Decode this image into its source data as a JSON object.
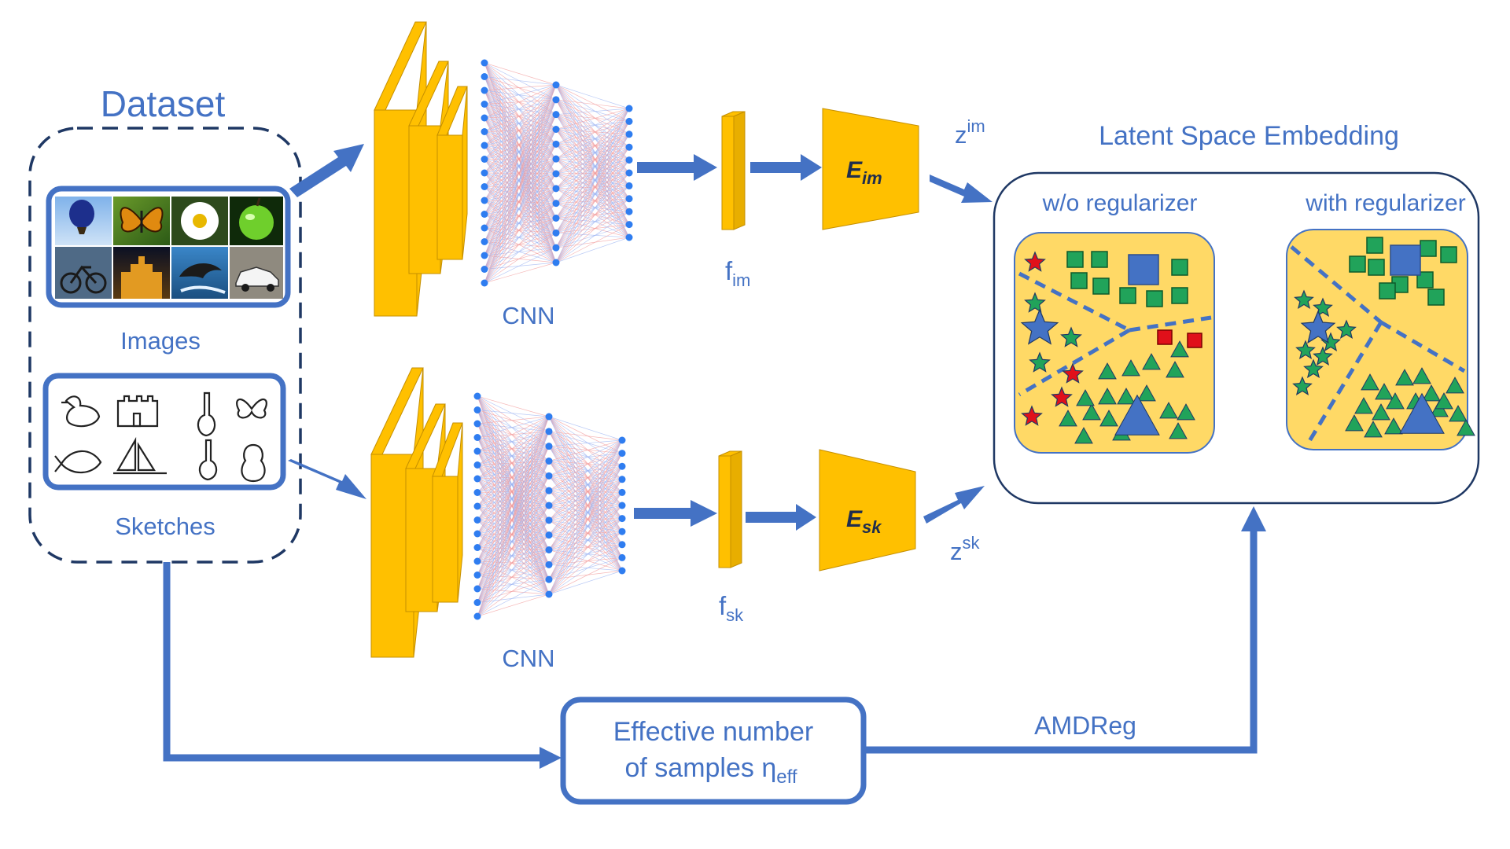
{
  "dataset": {
    "title": "Dataset",
    "images_label": "Images",
    "sketches_label": "Sketches"
  },
  "network": {
    "cnn_top": "CNN",
    "cnn_bottom": "CNN",
    "f_im": {
      "main": "f",
      "sub": "im"
    },
    "f_sk": {
      "main": "f",
      "sub": "sk"
    },
    "e_im": {
      "main": "E",
      "sub": "im"
    },
    "e_sk": {
      "main": "E",
      "sub": "sk"
    },
    "z_im": {
      "main": "z",
      "sup": "im"
    },
    "z_sk": {
      "main": "z",
      "sup": "sk"
    }
  },
  "latent": {
    "title": "Latent Space Embedding",
    "without_label": "w/o regularizer",
    "with_label": "with regularizer"
  },
  "effective": {
    "line1": "Effective number",
    "line2_main": "of samples η",
    "line2_sub": "eff"
  },
  "amdreg_label": "AMDReg",
  "colors": {
    "blue": "#4472C4",
    "gold": "#FFC000",
    "panel": "#FFD966",
    "green": "#21A35A",
    "red": "#E0101A"
  },
  "icons": {
    "photos": [
      "balloon",
      "butterfly",
      "daisy",
      "apple",
      "bicycle",
      "castle",
      "dolphin",
      "car"
    ],
    "sketches": [
      "duck",
      "castle",
      "guitar",
      "butterfly",
      "fish",
      "sailboat",
      "guitar",
      "penguin"
    ]
  }
}
